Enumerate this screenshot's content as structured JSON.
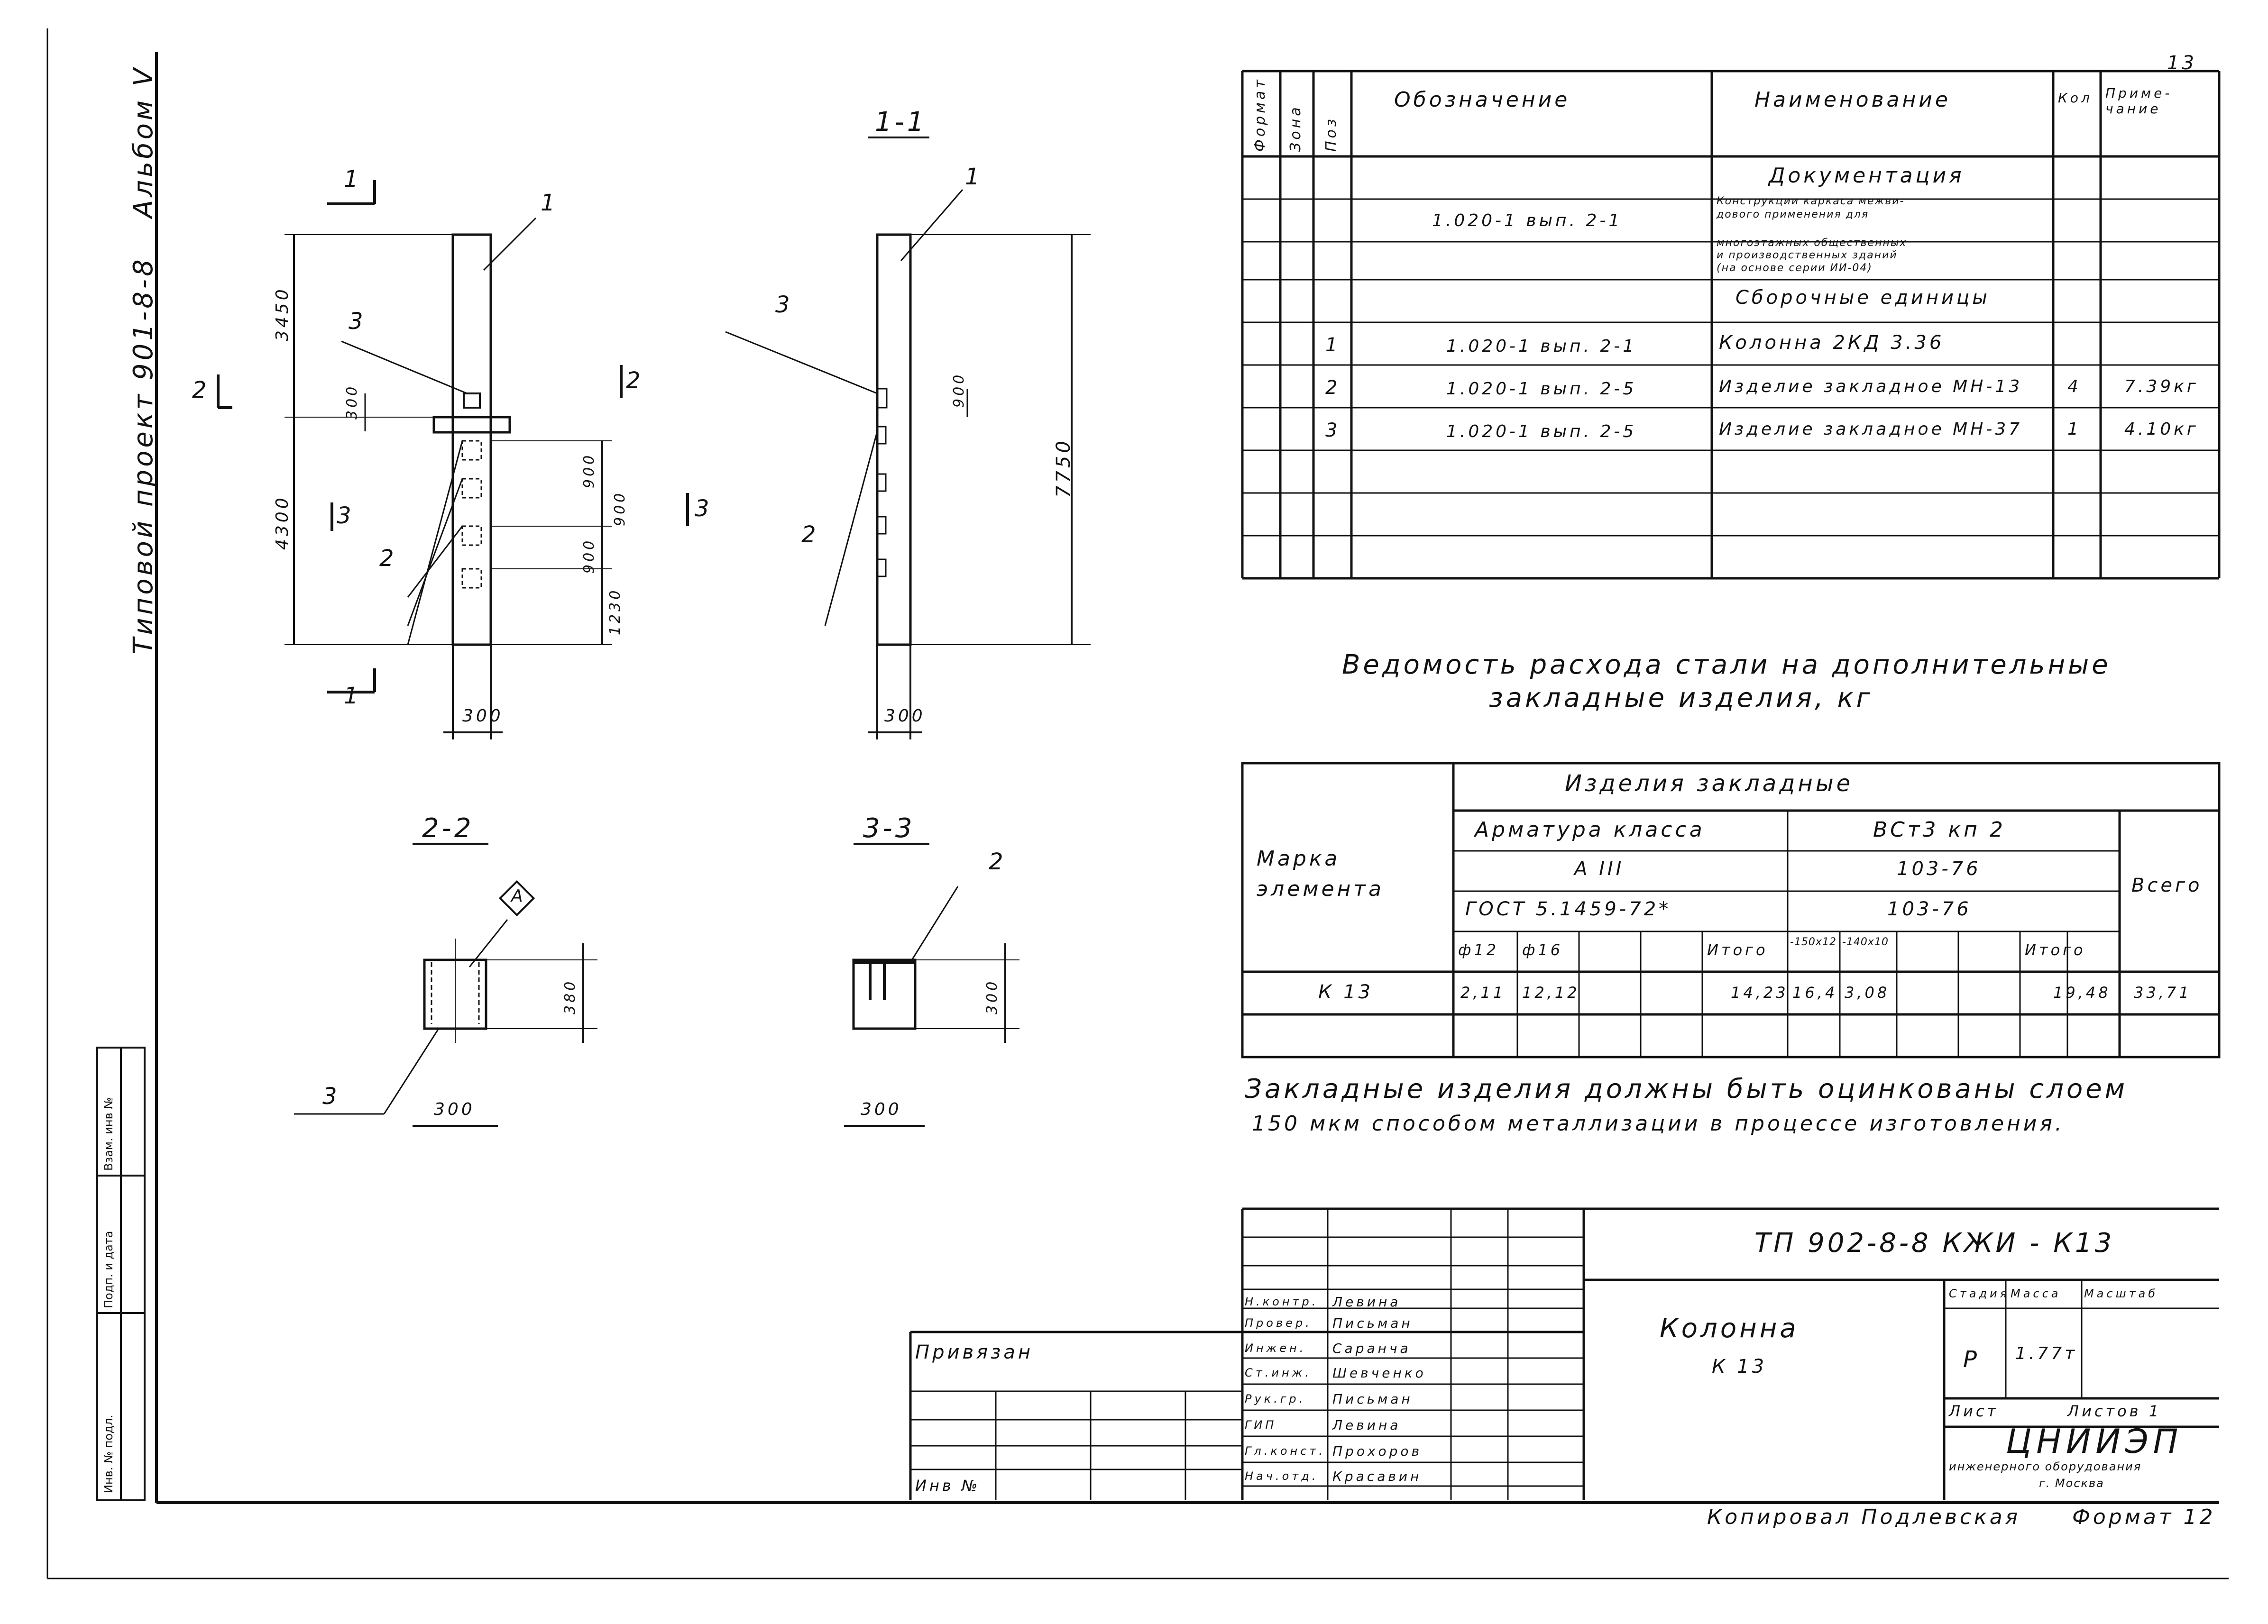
{
  "page_number": "13",
  "side_title": {
    "project": "Типовой проект 901-8-8",
    "album": "Альбом V"
  },
  "side_stamp": [
    "Взам. инв №",
    "Подп. и дата",
    "Инв. № подл."
  ],
  "elevation": {
    "marker_1": "1",
    "marker_2": "2",
    "marker_3": "3",
    "leader_1": "1",
    "leader_2": "2",
    "leader_3": "3",
    "dims": [
      "3450",
      "300",
      "4300",
      "900",
      "900",
      "900",
      "1230",
      "300"
    ]
  },
  "section_1_1": {
    "title": "1-1",
    "leader_1": "1",
    "leader_2": "2",
    "leader_3": "3",
    "dims": [
      "900",
      "7750",
      "300"
    ]
  },
  "section_2_2": {
    "title": "2-2",
    "callout": "A",
    "leader_3": "3",
    "dims": [
      "380",
      "300"
    ]
  },
  "section_3_3": {
    "title": "3-3",
    "leader_2": "2",
    "dims": [
      "300",
      "300"
    ]
  },
  "spec_table": {
    "headers": {
      "format": "Формат",
      "zone": "Зона",
      "pos": "Поз",
      "designation": "Обозначение",
      "name": "Наименование",
      "qty": "Кол",
      "note": "Приме-чание"
    },
    "section_docs": "Документация",
    "doc_designation": "1.020-1  вып. 2-1",
    "doc_name_lines": [
      "Конструкции каркаса межви-",
      "дового применения для",
      "многоэтажных общественных",
      "и производственных зданий",
      "(на основе серии ИИ-04)"
    ],
    "section_units": "Сборочные единицы",
    "rows": [
      {
        "pos": "1",
        "designation": "1.020-1  вып. 2-1",
        "name": "Колонна 2КД 3.36",
        "qty": "",
        "note": ""
      },
      {
        "pos": "2",
        "designation": "1.020-1  вып. 2-5",
        "name": "Изделие закладное МН-13",
        "qty": "4",
        "note": "7.39кг"
      },
      {
        "pos": "3",
        "designation": "1.020-1  вып. 2-5",
        "name": "Изделие закладное МН-37",
        "qty": "1",
        "note": "4.10кг"
      }
    ]
  },
  "steel_title_1": "Ведомость расхода стали на дополнительные",
  "steel_title_2": "закладные изделия, кг",
  "steel_table": {
    "mark_header": "Марка элемента",
    "items_header": "Изделия закладные",
    "rebar_class": "Арматура класса",
    "rebar_grade": "А III",
    "rebar_gost": "ГОСТ 5.1459-72*",
    "steel_grade": "ВСт3 кп 2",
    "steel_std_1": "103-76",
    "steel_std_2": "103-76",
    "total_header": "Всего",
    "cols": [
      "ф12",
      "ф16",
      "",
      "",
      "Итого",
      "-150х12",
      "-140х10",
      "",
      "",
      "Итого"
    ],
    "row": {
      "mark": "К 13",
      "values": [
        "2,11",
        "12,12",
        "",
        "",
        "14,23",
        "16,4",
        "3,08",
        "",
        "",
        "19,48"
      ],
      "total": "33,71"
    }
  },
  "note_line_1": "Закладные изделия должны быть оцинкованы слоем",
  "note_line_2": "150 мкм способом металлизации в процессе изготовления.",
  "title_block": {
    "code": "ТП 902-8-8    КЖИ - К13",
    "drawing_name_1": "Колонна",
    "drawing_name_2": "К 13",
    "stage_h": "Стадия",
    "mass_h": "Масса",
    "scale_h": "Масштаб",
    "stage": "Р",
    "mass": "1.77т",
    "sheet": "Лист",
    "sheets": "Листов 1",
    "org_1": "ЦНИИЭП",
    "org_2": "инженерного оборудования",
    "org_3": "г. Москва",
    "attached": "Привязан",
    "inv": "Инв №",
    "roles": [
      {
        "role": "Н.контр.",
        "name": "Левина"
      },
      {
        "role": "Провер.",
        "name": "Письман"
      },
      {
        "role": "Инжен.",
        "name": "Саранча"
      },
      {
        "role": "Ст.инж.",
        "name": "Шевченко"
      },
      {
        "role": "Рук.гр.",
        "name": "Письман"
      },
      {
        "role": "ГИП",
        "name": "Левина"
      },
      {
        "role": "Гл.конст.",
        "name": "Прохоров"
      },
      {
        "role": "Нач.отд.",
        "name": "Красавин"
      }
    ]
  },
  "footer": {
    "copied": "Копировал Подлевская",
    "format": "Формат 12"
  }
}
